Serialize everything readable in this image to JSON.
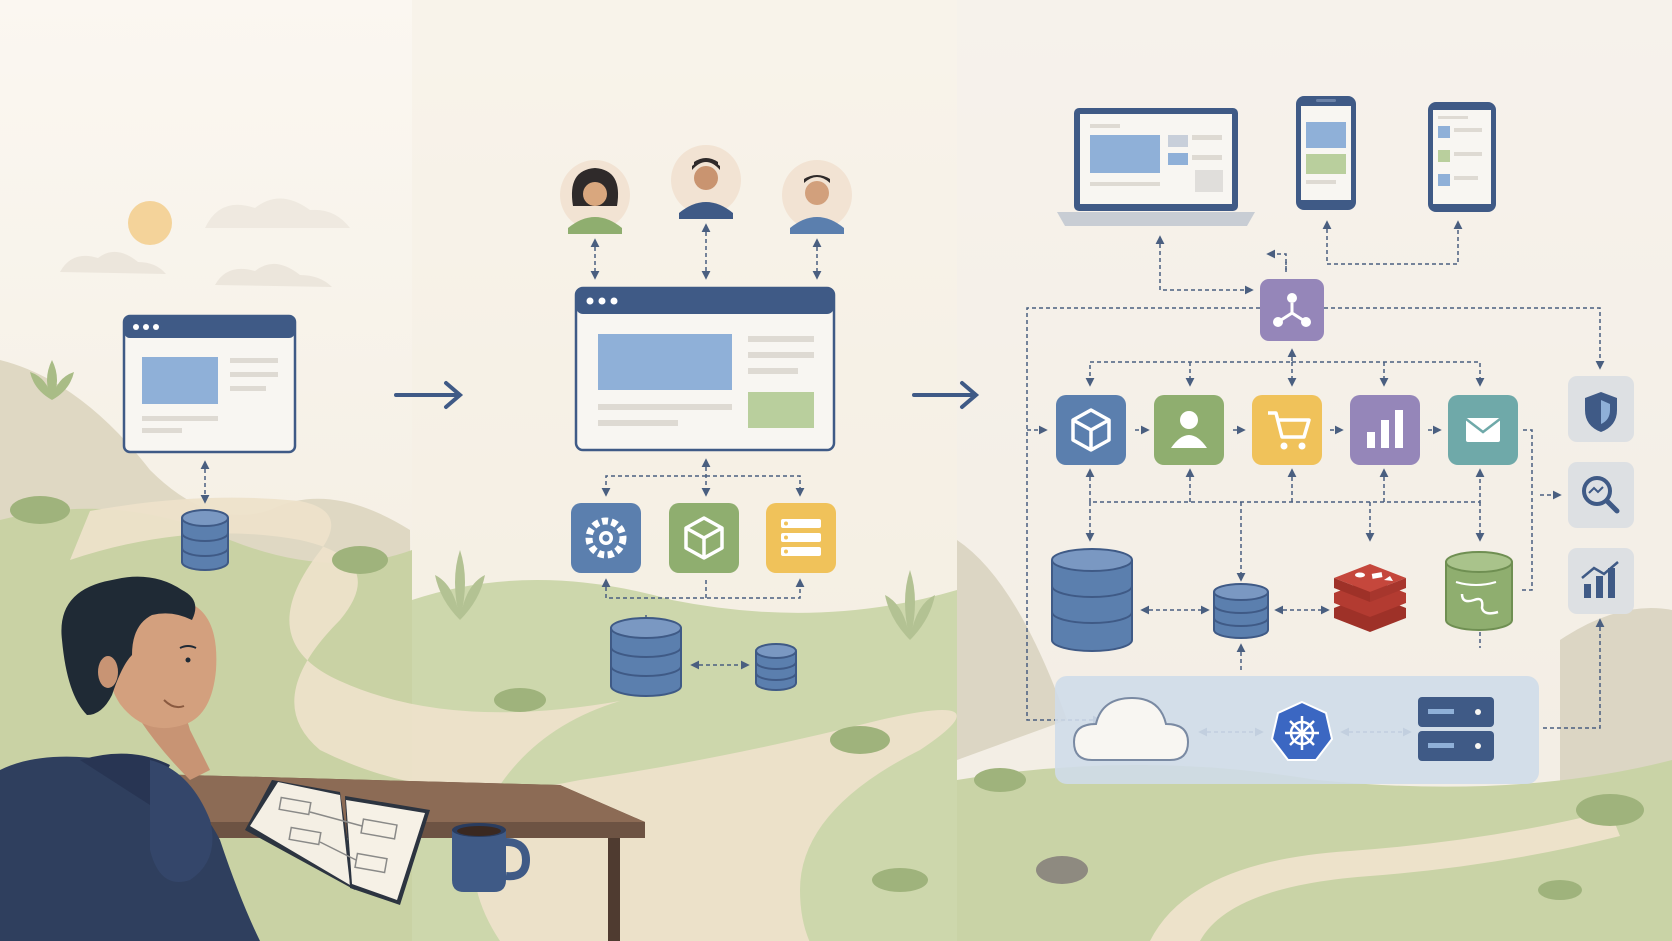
{
  "scene": {
    "stages": [
      "monolith",
      "service-oriented",
      "distributed-cloud-native"
    ],
    "stage1": {
      "components": [
        "web-app-window",
        "database"
      ]
    },
    "stage2": {
      "users": [
        "user-woman",
        "user-man",
        "user-man-2"
      ],
      "components": [
        "web-app-window",
        "gear-service",
        "cube-service",
        "list-service",
        "primary-database",
        "secondary-database"
      ]
    },
    "stage3": {
      "clients": [
        "laptop",
        "phone",
        "tablet"
      ],
      "gateway": "api-gateway",
      "services": [
        "cube-service",
        "user-service",
        "cart-service",
        "analytics-service",
        "email-service"
      ],
      "side_tools": [
        "security-shield",
        "search-monitor",
        "metrics-chart"
      ],
      "data_stores": [
        "large-database",
        "small-database",
        "redis-cache",
        "green-storage"
      ],
      "infrastructure": [
        "cloud",
        "kubernetes-wheel",
        "server-rack"
      ]
    }
  },
  "colors": {
    "blue": "#5b7fae",
    "navy": "#3f5a86",
    "green": "#8fae6f",
    "yellow": "#f0c25a",
    "purple": "#9586b9",
    "teal": "#6fa9a9",
    "red": "#c5473c",
    "gray_panel": "#dde0e3",
    "infra_panel": "#cfdce9",
    "ground": "#c8d3a5",
    "path": "#ede2ca"
  }
}
